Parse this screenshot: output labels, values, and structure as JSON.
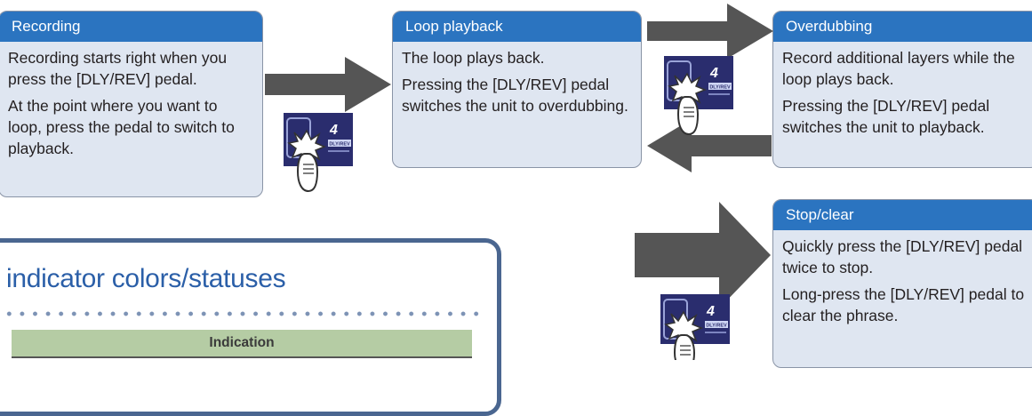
{
  "boxes": {
    "recording": {
      "title": "Recording",
      "paragraphs": [
        "Recording starts right when you press the [DLY/REV] pedal.",
        "At the point where you want to loop, press the pedal to switch to playback."
      ]
    },
    "loop_playback": {
      "title": "Loop playback",
      "paragraphs": [
        "The loop plays back.",
        "Pressing the [DLY/REV] pedal switches the unit to overdubbing."
      ]
    },
    "overdubbing": {
      "title": "Overdubbing",
      "paragraphs": [
        "Record additional layers while the loop plays back.",
        "Pressing the [DLY/REV] pedal switches the unit to playback."
      ]
    },
    "stop_clear": {
      "title": "Stop/clear",
      "paragraphs": [
        "Quickly press the [DLY/REV] pedal twice to stop.",
        "Long-press the [DLY/REV] pedal to clear the phrase."
      ]
    }
  },
  "pedal_display": {
    "digit": "4",
    "label": "DLY/REV"
  },
  "indicator_panel": {
    "title": "indicator colors/statuses",
    "table_header": "Indication"
  },
  "colors": {
    "header_blue": "#2b74c0",
    "box_fill": "#dfe6f1",
    "arrow_gray": "#555555",
    "table_header_green": "#b5cca4",
    "panel_border": "#4a6690"
  }
}
